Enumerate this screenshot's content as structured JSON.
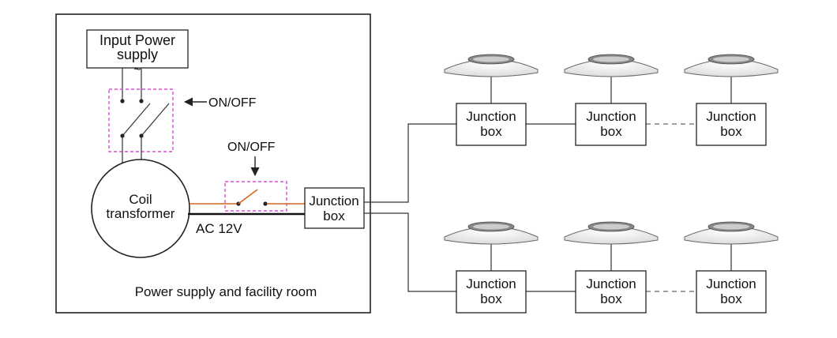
{
  "input_power": {
    "line1": "Input Power",
    "line2": "supply",
    "symbol": "~"
  },
  "main_switch": {
    "label": "ON/OFF"
  },
  "secondary_switch": {
    "label": "ON/OFF"
  },
  "transformer": {
    "line1": "Coil",
    "line2": "transformer"
  },
  "ac_label": "AC 12V",
  "main_junction": {
    "line1": "Junction",
    "line2": "box"
  },
  "room_label": "Power supply and facility room",
  "rows": [
    {
      "junctions": [
        {
          "line1": "Junction",
          "line2": "box"
        },
        {
          "line1": "Junction",
          "line2": "box"
        },
        {
          "line1": "Junction",
          "line2": "box"
        }
      ]
    },
    {
      "junctions": [
        {
          "line1": "Junction",
          "line2": "box"
        },
        {
          "line1": "Junction",
          "line2": "box"
        },
        {
          "line1": "Junction",
          "line2": "box"
        }
      ]
    }
  ],
  "colors": {
    "switch_outline": "#d64fd6",
    "hot_wire": "#d2691e",
    "line": "#222222"
  }
}
